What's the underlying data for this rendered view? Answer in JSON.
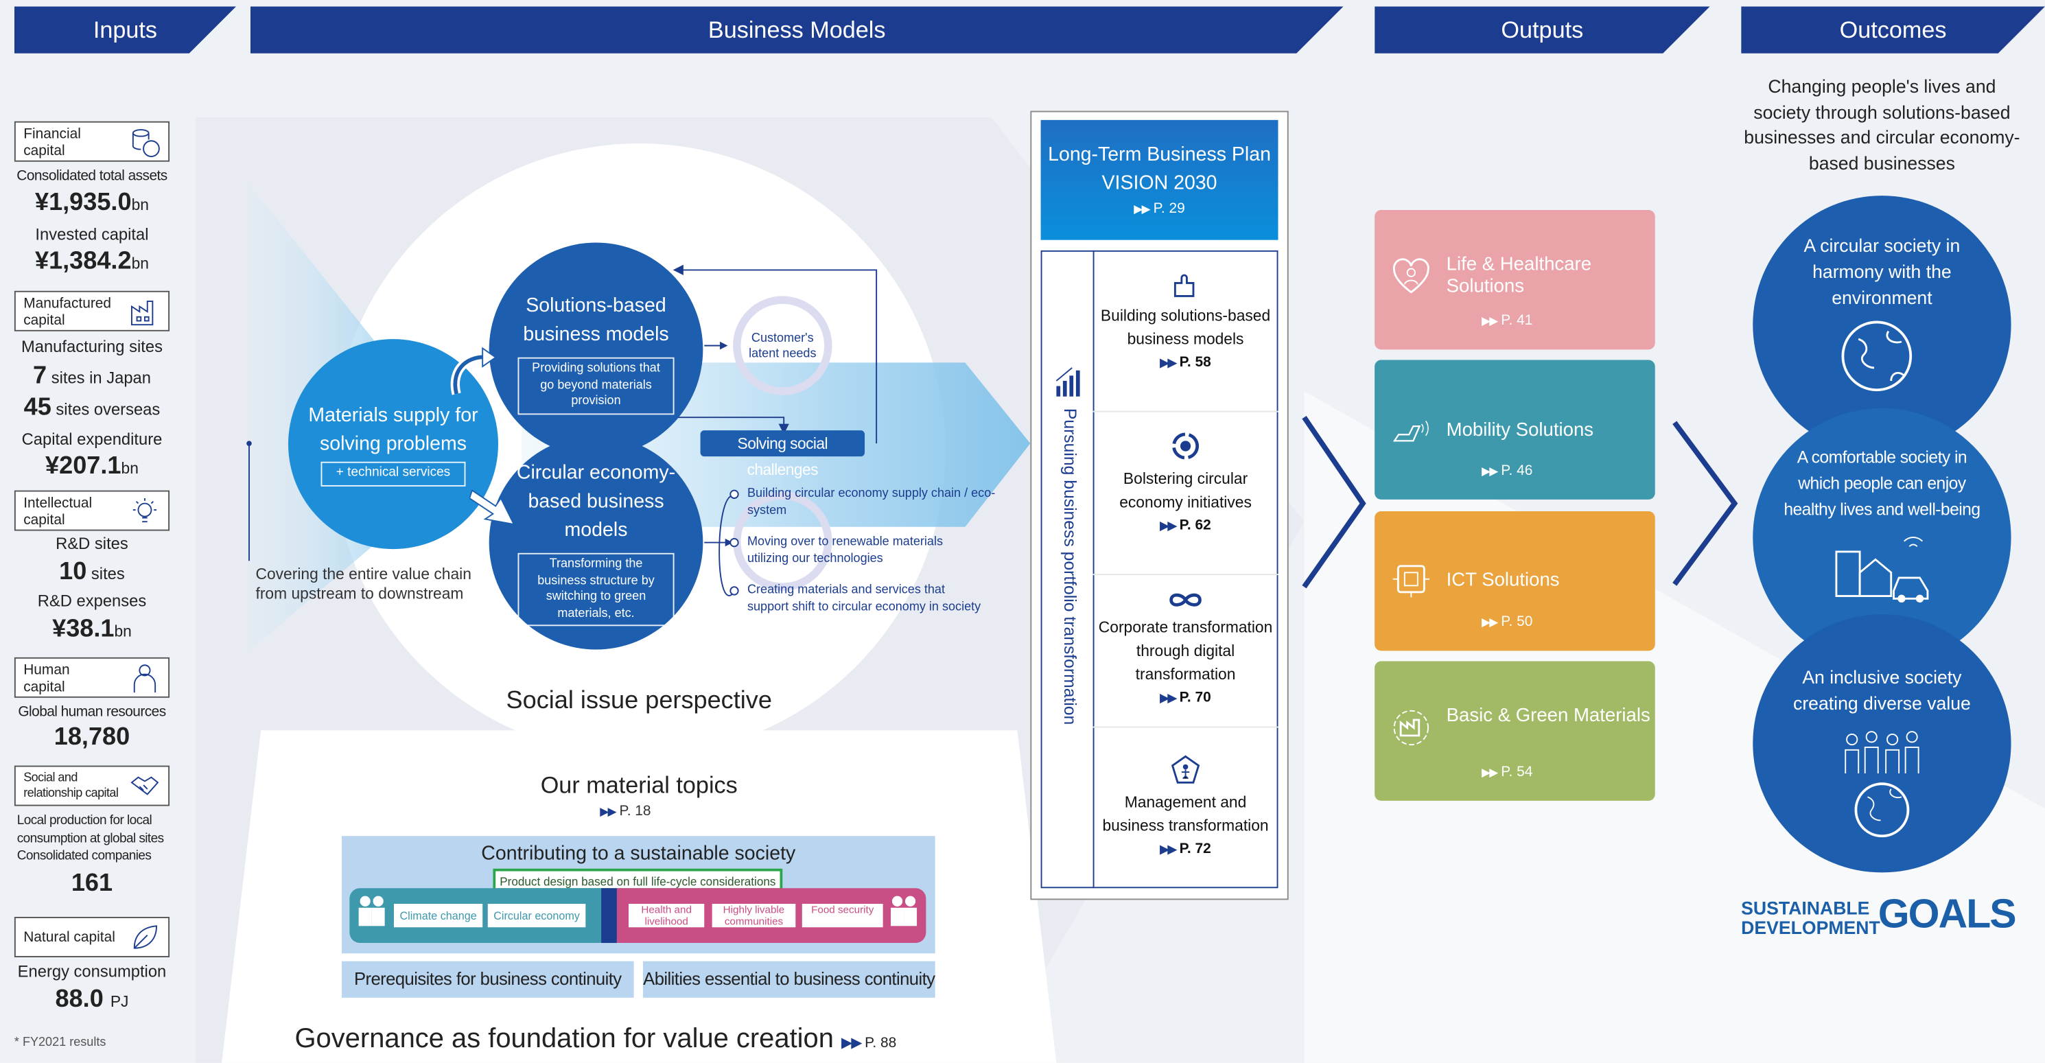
{
  "headers": {
    "inputs": "Inputs",
    "business_models": "Business Models",
    "outputs": "Outputs",
    "outcomes": "Outcomes"
  },
  "inputs": {
    "financial": {
      "label": "Financial capital",
      "line1": "Consolidated total assets",
      "val1": "¥1,935.0",
      "unit1": "bn",
      "line2": "Invested capital",
      "val2": "¥1,384.2",
      "unit2": "bn"
    },
    "manufactured": {
      "label": "Manufactured capital",
      "line1": "Manufacturing sites",
      "num1": "7",
      "text1": " sites in Japan",
      "num2": "45",
      "text2": " sites overseas",
      "line2": "Capital expenditure",
      "val2": "¥207.1",
      "unit2": "bn"
    },
    "intellectual": {
      "label": "Intellectual capital",
      "line1": "R&D sites",
      "num1": "10",
      "text1": " sites",
      "line2": "R&D expenses",
      "val2": "¥38.1",
      "unit2": "bn"
    },
    "human": {
      "label": "Human capital",
      "line1": "Global human resources",
      "val1": "18,780"
    },
    "social": {
      "label": "Social and relationship capital",
      "line1": "Local production for local consumption at global sites",
      "line2": "Consolidated companies",
      "val1": "161"
    },
    "natural": {
      "label": "Natural capital",
      "line1": "Energy consumption",
      "val1": "88.0",
      "unit1": "PJ"
    },
    "footnote": "* FY2021 results"
  },
  "business": {
    "materials_supply": "Materials supply for solving problems",
    "technical_services": "+ technical services",
    "solutions_title": "Solutions-based business models",
    "solutions_box": "Providing solutions that go beyond materials provision",
    "circular_title": "Circular economy-based business models",
    "circular_box": "Transforming the business structure by switching to green materials, etc.",
    "customers_needs": "Customer's latent needs",
    "solving_social": "Solving social challenges",
    "bullets": [
      "Building circular economy supply chain / eco-system",
      "Moving over to renewable materials utilizing our technologies",
      "Creating materials and services that support shift to circular economy in society"
    ],
    "value_chain": "Covering the entire value chain from upstream to downstream",
    "social_issue": "Social issue perspective",
    "material_topics": "Our material topics",
    "material_topics_page": "P. 18",
    "sustainable": "Contributing to a sustainable society",
    "product_design": "Product design based on full life-cycle considerations",
    "topics_left": [
      "Climate change",
      "Circular economy"
    ],
    "topics_right": [
      "Health and livelihood",
      "Highly livable communities",
      "Food security"
    ],
    "prereq": "Prerequisites for business continuity",
    "abilities": "Abilities essential to business continuity",
    "governance": "Governance as foundation for value creation",
    "governance_page": "P. 88"
  },
  "plan": {
    "title": "Long-Term Business Plan VISION 2030",
    "page": "P. 29",
    "vertical": "Pursuing business portfolio transformation",
    "items": [
      {
        "label": "Building solutions-based business models",
        "page": "P. 58"
      },
      {
        "label": "Bolstering circular economy initiatives",
        "page": "P. 62"
      },
      {
        "label": "Corporate transformation through digital transformation",
        "page": "P. 70"
      },
      {
        "label": "Management and business transformation",
        "page": "P. 72"
      }
    ]
  },
  "outputs": [
    {
      "label": "Life & Healthcare Solutions",
      "page": "P. 41",
      "color": "#e9a3a9"
    },
    {
      "label": "Mobility Solutions",
      "page": "P. 46",
      "color": "#3e99ad"
    },
    {
      "label": "ICT Solutions",
      "page": "P. 50",
      "color": "#eaa33d"
    },
    {
      "label": "Basic & Green Materials",
      "page": "P. 54",
      "color": "#a2ba66"
    }
  ],
  "outcomes": {
    "intro": "Changing people's lives and society through solutions-based businesses and circular economy-based businesses",
    "items": [
      "A circular society in harmony with the environment",
      "A comfortable society in which people can enjoy healthy lives and well-being",
      "An inclusive society creating diverse value"
    ],
    "sdg1": "SUSTAINABLE",
    "sdg2": "DEVELOPMENT",
    "sdg3": "GOALS"
  }
}
